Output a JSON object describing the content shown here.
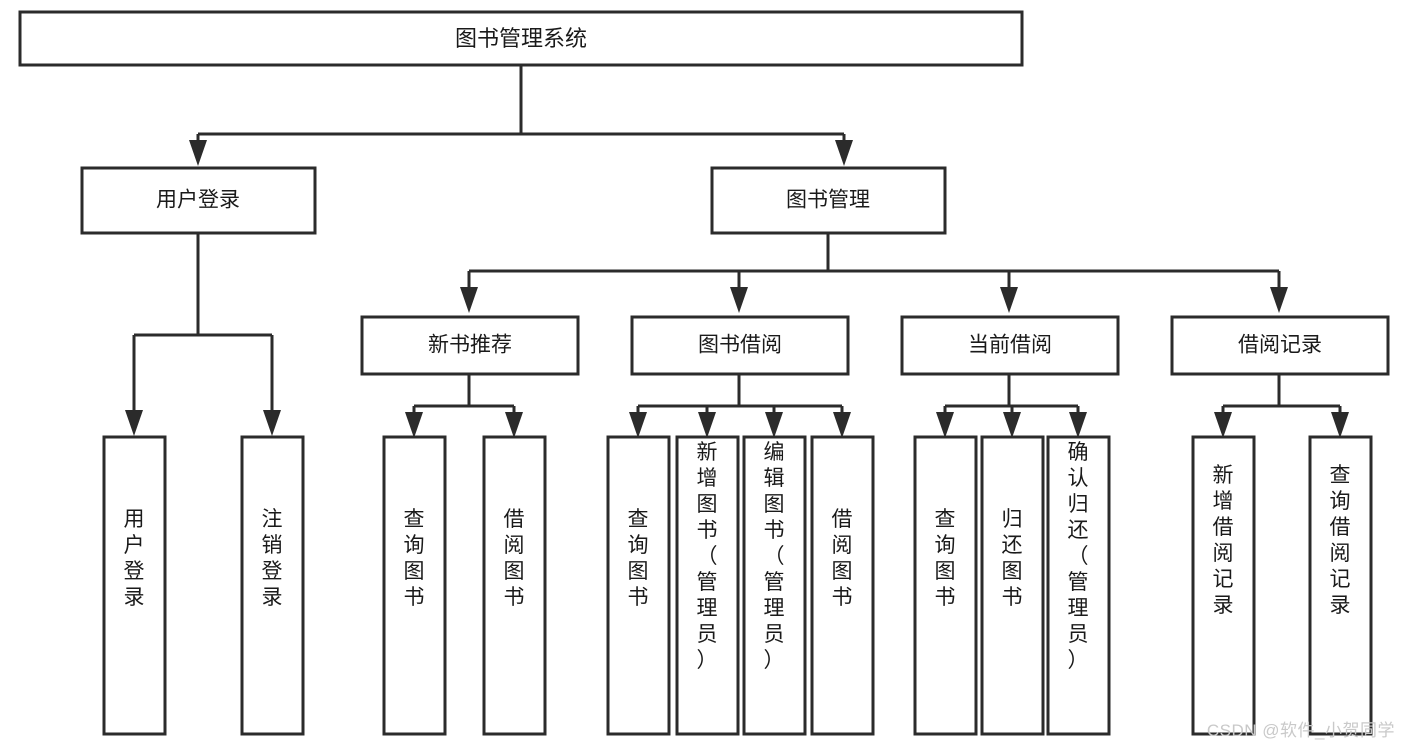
{
  "diagram": {
    "type": "tree-hierarchy",
    "title": "图书管理系统",
    "watermark": "CSDN @软件_小贺同学",
    "colors": {
      "stroke": "#2b2b2b",
      "fill": "#ffffff",
      "text": "#1a1a1a",
      "watermark": "#c9c9c9",
      "background": "#ffffff"
    },
    "root": {
      "label": "图书管理系统"
    },
    "level2": [
      {
        "id": "user-login",
        "label": "用户登录"
      },
      {
        "id": "book-management",
        "label": "图书管理"
      }
    ],
    "level3": [
      {
        "id": "new-book-recommend",
        "label": "新书推荐",
        "parent": "book-management"
      },
      {
        "id": "book-borrow",
        "label": "图书借阅",
        "parent": "book-management"
      },
      {
        "id": "current-borrow",
        "label": "当前借阅",
        "parent": "book-management"
      },
      {
        "id": "borrow-record",
        "label": "借阅记录",
        "parent": "book-management"
      }
    ],
    "leaves": {
      "user-login": [
        {
          "id": "leaf-user-login",
          "label": "用户登录"
        },
        {
          "id": "leaf-user-logout",
          "label": "注销登录"
        }
      ],
      "new-book-recommend": [
        {
          "id": "leaf-query-book-1",
          "label": "查询图书"
        },
        {
          "id": "leaf-borrow-book-1",
          "label": "借阅图书"
        }
      ],
      "book-borrow": [
        {
          "id": "leaf-query-book-2",
          "label": "查询图书"
        },
        {
          "id": "leaf-add-book",
          "label": "新增图书（管理员）"
        },
        {
          "id": "leaf-edit-book",
          "label": "编辑图书（管理员）"
        },
        {
          "id": "leaf-borrow-book-2",
          "label": "借阅图书"
        }
      ],
      "current-borrow": [
        {
          "id": "leaf-query-book-3",
          "label": "查询图书"
        },
        {
          "id": "leaf-return-book",
          "label": "归还图书"
        },
        {
          "id": "leaf-confirm-return",
          "label": "确认归还（管理员）"
        }
      ],
      "borrow-record": [
        {
          "id": "leaf-add-record",
          "label": "新增借阅记录"
        },
        {
          "id": "leaf-query-record",
          "label": "查询借阅记录"
        }
      ]
    }
  }
}
